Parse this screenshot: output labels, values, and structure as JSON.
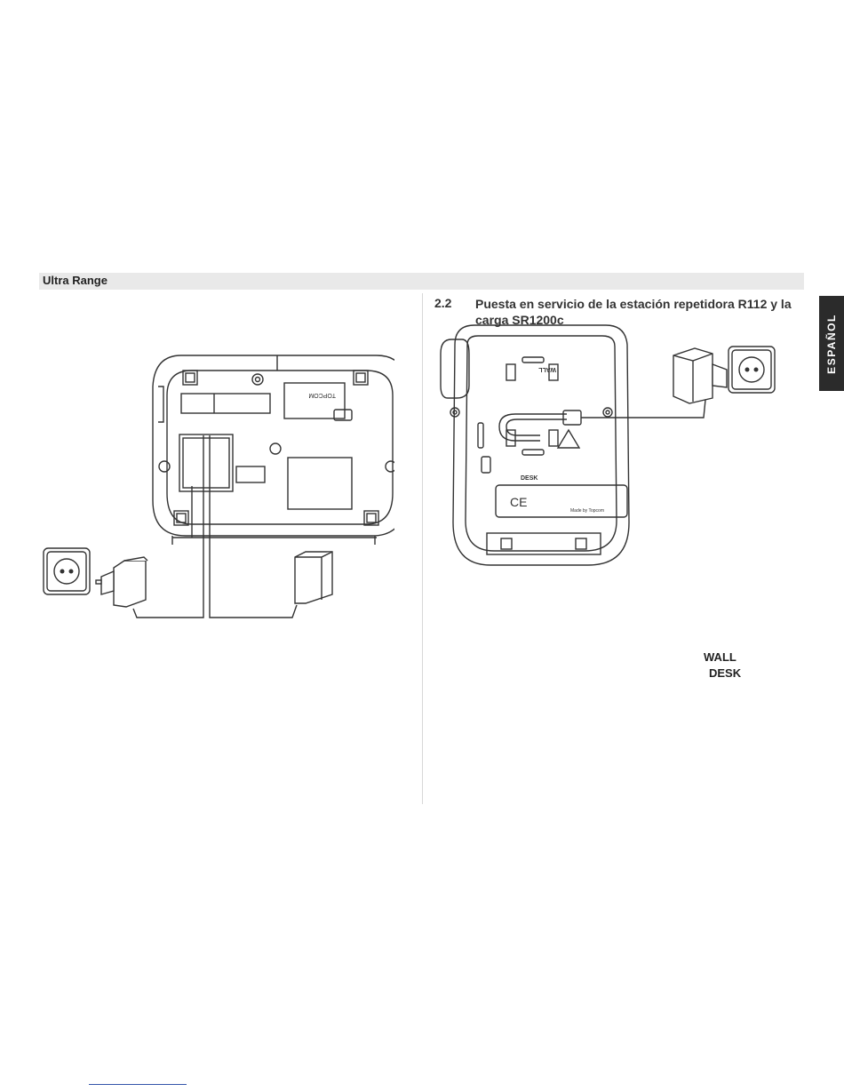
{
  "header": {
    "title": "Ultra Range"
  },
  "section": {
    "number": "2.2",
    "title": "Puesta en servicio de la estación repetidora R112 y la carga SR1200c"
  },
  "side_tab": {
    "language": "ESPAÑOL"
  },
  "figure_left": {
    "brand": "TOPCOM"
  },
  "figure_right": {
    "small_text": "Made by Topcom"
  },
  "labels": {
    "wall": "WALL",
    "desk": "DESK"
  }
}
